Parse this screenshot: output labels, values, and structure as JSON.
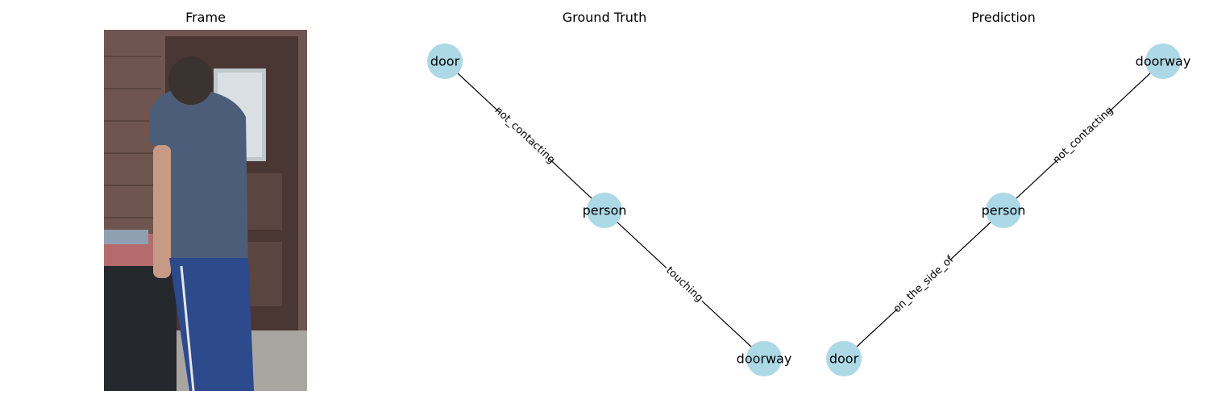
{
  "panels": {
    "frame_title": "Frame",
    "ground_truth_title": "Ground Truth",
    "prediction_title": "Prediction"
  },
  "frame_image": {
    "description": "photo-frame-person-at-door"
  },
  "colors": {
    "node_fill": "#ADD8E6",
    "edge": "#000000"
  },
  "ground_truth": {
    "nodes": [
      "door",
      "person",
      "doorway"
    ],
    "edges": [
      {
        "from": "door",
        "to": "person",
        "label": "not_contacting"
      },
      {
        "from": "person",
        "to": "doorway",
        "label": "touching"
      }
    ]
  },
  "prediction": {
    "nodes": [
      "doorway",
      "person",
      "door"
    ],
    "edges": [
      {
        "from": "person",
        "to": "doorway",
        "label": "not_contacting"
      },
      {
        "from": "door",
        "to": "person",
        "label": "on_the_side_of"
      }
    ]
  }
}
